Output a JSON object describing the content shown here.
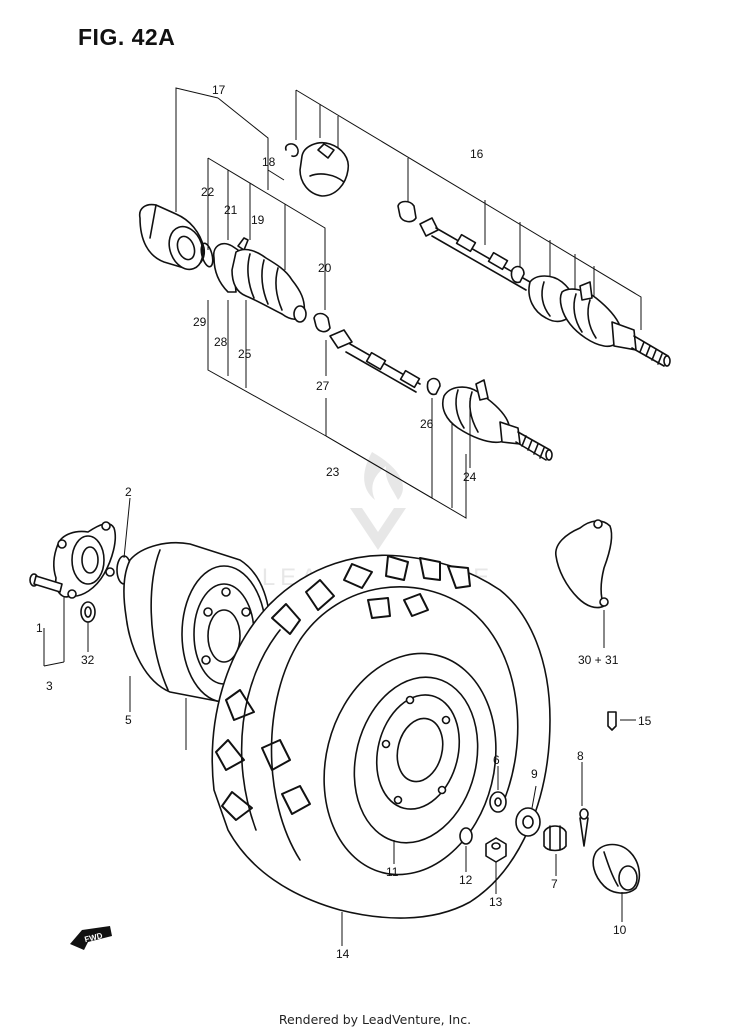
{
  "figure_title": "FIG. 42A",
  "footer_text": "Rendered by LeadVenture, Inc.",
  "watermark_text": "LEADVENTURE",
  "fwd_label": "FWD",
  "callouts": {
    "n17": "17",
    "n18": "18",
    "n16": "16",
    "n22": "22",
    "n21": "21",
    "n19": "19",
    "n20": "20",
    "n29": "29",
    "n28": "28",
    "n25": "25",
    "n27": "27",
    "n23": "23",
    "n26": "26",
    "n24": "24",
    "n2": "2",
    "n1": "1",
    "n32": "32",
    "n3": "3",
    "n5": "5",
    "n30_31": "30 + 31",
    "n15": "15",
    "n6": "6",
    "n9": "9",
    "n8": "8",
    "n11": "11",
    "n12": "12",
    "n13": "13",
    "n7": "7",
    "n10": "10",
    "n14": "14"
  }
}
